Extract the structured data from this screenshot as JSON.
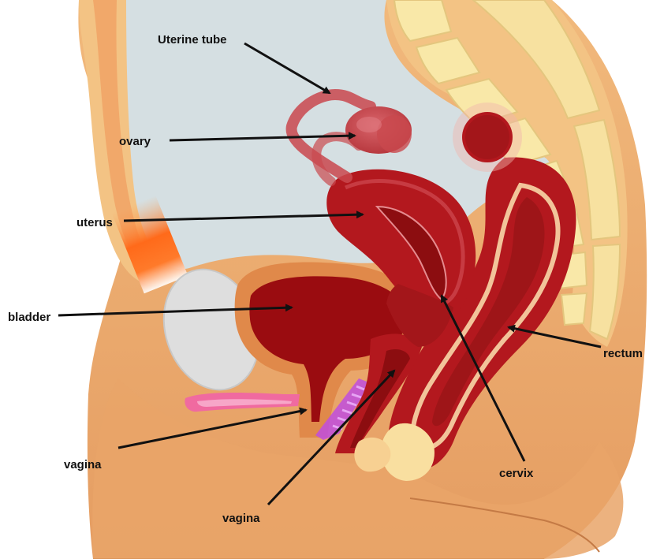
{
  "labels": {
    "uterine_tube": "Uterine tube",
    "ovary": "ovary",
    "uterus": "uterus",
    "bladder": "bladder",
    "rectum": "rectum",
    "vagina_left": "vagina",
    "vagina_bottom": "vagina",
    "cervix": "cervix"
  },
  "colors": {
    "background": "#ffffff",
    "skin": "#e8a46a",
    "skin_light": "#f4c486",
    "bone": "#f9e6a6",
    "bone_outline": "#e2c278",
    "pelvic_cavity": "#d8e1e3",
    "organ_red": "#b3181e",
    "organ_dark": "#8c0d10",
    "organ_light": "#d4545a",
    "bladder_wall": "#e0894a",
    "rectum_wall": "#f2c49a",
    "pubic_bone": "#dedede",
    "pink": "#f06aa0",
    "purple": "#c04ddf",
    "arrow": "#111111"
  }
}
